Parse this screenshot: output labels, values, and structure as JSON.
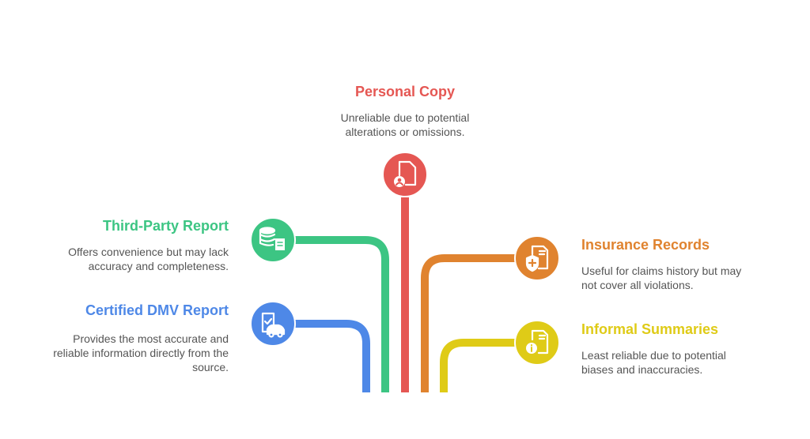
{
  "colors": {
    "red": "#E55753",
    "green": "#3CC583",
    "blue": "#4E88E7",
    "orange": "#E0832F",
    "yellow": "#DFCB17"
  },
  "items": [
    {
      "title": "Personal Copy",
      "desc": "Unreliable due to potential alterations or omissions.",
      "icon": "document-user-icon"
    },
    {
      "title": "Third-Party Report",
      "desc": "Offers convenience but may lack accuracy and completeness.",
      "icon": "database-document-icon"
    },
    {
      "title": "Certified DMV Report",
      "desc": "Provides the most accurate and reliable information directly from the source.",
      "icon": "certified-car-document-icon"
    },
    {
      "title": "Insurance Records",
      "desc": "Useful for claims history but may not cover all violations.",
      "icon": "shield-document-icon"
    },
    {
      "title": "Informal Summaries",
      "desc": "Least reliable due to potential biases and inaccuracies.",
      "icon": "info-document-icon"
    }
  ]
}
